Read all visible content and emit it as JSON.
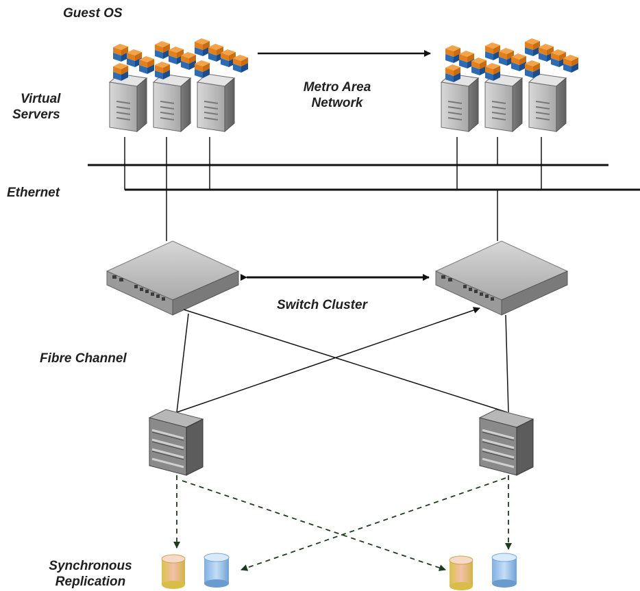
{
  "labels": {
    "guest_os": "Guest OS",
    "virtual_servers": [
      "Virtual",
      "Servers"
    ],
    "metro_area_network": [
      "Metro Area",
      "Network"
    ],
    "ethernet": "Ethernet",
    "switch_cluster": "Switch Cluster",
    "fibre_channel": "Fibre Channel",
    "synchronous_replication": [
      "Synchronous",
      "Replication"
    ]
  },
  "colors": {
    "vm_orange": "#e8891c",
    "vm_blue": "#1f5fa8",
    "server_gray": "#a9a9a9",
    "switch_gray": "#8f8f8f",
    "storage_gray": "#6f6f6f",
    "disk_peach": "#f2b8a0",
    "disk_yellow": "#e9d25a",
    "disk_blue": "#9cc4ea",
    "line": "#111111"
  },
  "icons": [
    "vm-cube-icon",
    "server-tower-icon",
    "network-switch-icon",
    "storage-array-icon",
    "disk-cylinder-icon"
  ]
}
